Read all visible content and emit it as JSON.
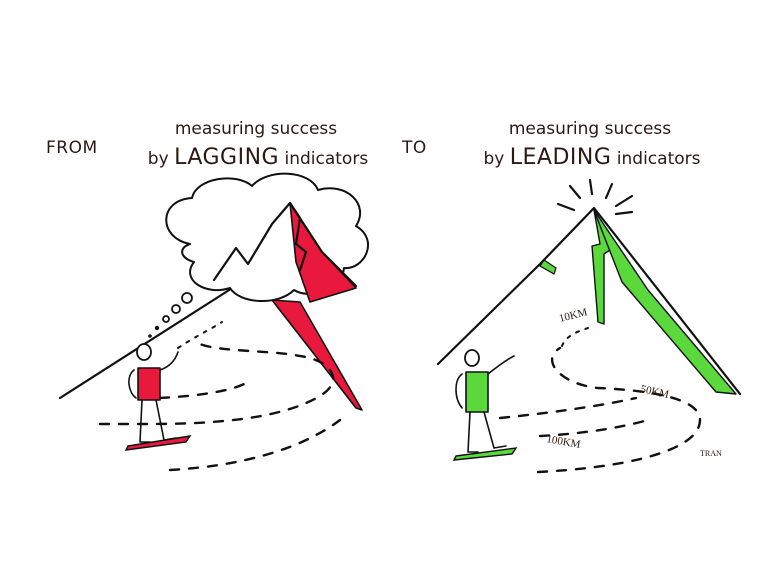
{
  "left_panel": {
    "prefix": "FROM",
    "line1": "measuring success",
    "line2_pre": "by",
    "line2_key": "LAGGING",
    "line2_post": "indicators",
    "accent": "#e8193c"
  },
  "right_panel": {
    "prefix": "TO",
    "line1": "measuring success",
    "line2_pre": "by",
    "line2_key": "LEADING",
    "line2_post": "indicators",
    "accent": "#5ad83c",
    "milestones": [
      "10KM",
      "50KM",
      "100KM"
    ]
  },
  "signature": "TRAN",
  "icons": {
    "left_mountain": "mountain-in-thought-cloud-icon",
    "right_mountain": "mountain-with-shining-peak-icon",
    "hiker": "hiker-icon"
  }
}
